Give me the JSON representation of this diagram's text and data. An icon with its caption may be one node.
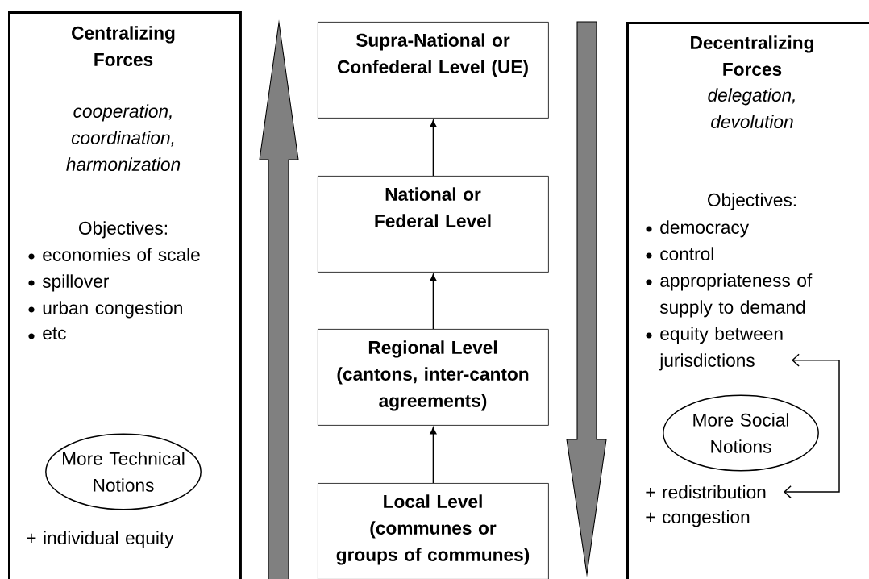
{
  "diagram": {
    "nodes": [
      {
        "text": [
          "Centralizing Forces",
          "cooperation, coordination, harmonization",
          "Objectives:",
          "economies of scale",
          "spillover",
          "urban congestion",
          "etc",
          "+ individual equity"
        ]
      },
      {
        "text": [
          "More Technical Notions"
        ],
        "in": 0
      },
      {
        "text": [
          "Supra-National or Confederal Level (UE)"
        ]
      },
      {
        "text": [
          "National or Federal Level"
        ]
      },
      {
        "text": [
          "Regional Level (cantons, inter-canton agreements)"
        ]
      },
      {
        "text": [
          "Local Level (communes or groups of communes)"
        ]
      },
      {
        "text": [
          "Decentralizing Forces",
          "delegation, devolution",
          "Objectives:",
          "democracy",
          "control",
          "appropriateness of supply to demand",
          "+ congestion"
        ]
      },
      {
        "text": [
          "equity between jurisdictions"
        ],
        "in": 6
      },
      {
        "text": [
          "More Social Notions"
        ],
        "in": 6
      },
      {
        "text": [
          "+ redistribution"
        ],
        "in": 6
      }
    ],
    "edges": [
      {
        "from": 5,
        "to": 4,
        "arrow": "to"
      },
      {
        "from": 4,
        "to": 3,
        "arrow": "to"
      },
      {
        "from": 3,
        "to": 2,
        "arrow": "to"
      },
      {
        "from": 7,
        "to": 9,
        "arrow": "both"
      }
    ]
  }
}
